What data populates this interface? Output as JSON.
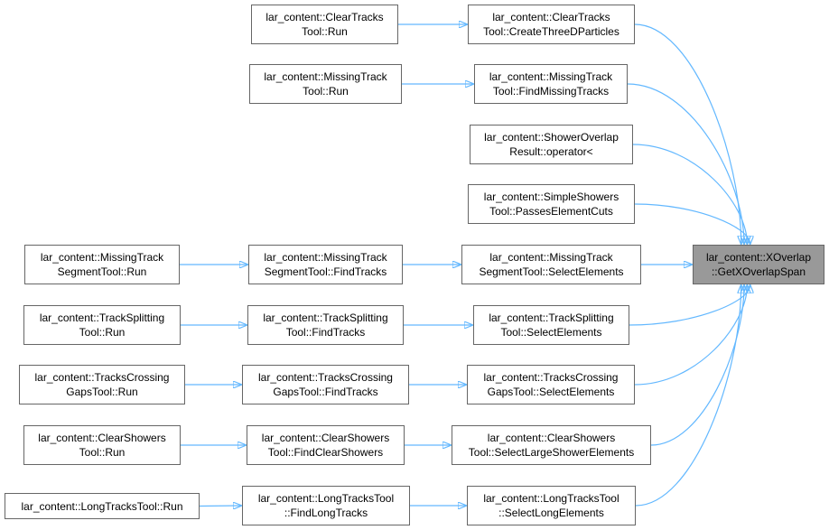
{
  "colors": {
    "edge": "#63b8ff",
    "node_border": "#666666",
    "focus_fill": "#999999",
    "background": "#ffffff"
  },
  "nodes": {
    "target": {
      "line1": "lar_content::XOverlap",
      "line2": "::GetXOverlapSpan"
    },
    "create_three_d_particles": {
      "line1": "lar_content::ClearTracks",
      "line2": "Tool::CreateThreeDParticles"
    },
    "clear_tracks_run": {
      "line1": "lar_content::ClearTracks",
      "line2": "Tool::Run"
    },
    "find_missing_tracks": {
      "line1": "lar_content::MissingTrack",
      "line2": "Tool::FindMissingTracks"
    },
    "missing_track_run": {
      "line1": "lar_content::MissingTrack",
      "line2": "Tool::Run"
    },
    "shower_overlap_operator": {
      "line1": "lar_content::ShowerOverlap",
      "line2": "Result::operator<"
    },
    "passes_element_cuts": {
      "line1": "lar_content::SimpleShowers",
      "line2": "Tool::PassesElementCuts"
    },
    "mts_select_elements": {
      "line1": "lar_content::MissingTrack",
      "line2": "SegmentTool::SelectElements"
    },
    "mts_find_tracks": {
      "line1": "lar_content::MissingTrack",
      "line2": "SegmentTool::FindTracks"
    },
    "mts_run": {
      "line1": "lar_content::MissingTrack",
      "line2": "SegmentTool::Run"
    },
    "ts_select_elements": {
      "line1": "lar_content::TrackSplitting",
      "line2": "Tool::SelectElements"
    },
    "ts_find_tracks": {
      "line1": "lar_content::TrackSplitting",
      "line2": "Tool::FindTracks"
    },
    "ts_run": {
      "line1": "lar_content::TrackSplitting",
      "line2": "Tool::Run"
    },
    "tcg_select_elements": {
      "line1": "lar_content::TracksCrossing",
      "line2": "GapsTool::SelectElements"
    },
    "tcg_find_tracks": {
      "line1": "lar_content::TracksCrossing",
      "line2": "GapsTool::FindTracks"
    },
    "tcg_run": {
      "line1": "lar_content::TracksCrossing",
      "line2": "GapsTool::Run"
    },
    "cs_select_large": {
      "line1": "lar_content::ClearShowers",
      "line2": "Tool::SelectLargeShowerElements"
    },
    "cs_find_clear": {
      "line1": "lar_content::ClearShowers",
      "line2": "Tool::FindClearShowers"
    },
    "cs_run": {
      "line1": "lar_content::ClearShowers",
      "line2": "Tool::Run"
    },
    "lt_select_long": {
      "line1": "lar_content::LongTracksTool",
      "line2": "::SelectLongElements"
    },
    "lt_find_long": {
      "line1": "lar_content::LongTracksTool",
      "line2": "::FindLongTracks"
    },
    "lt_run": {
      "line1": "lar_content::LongTracksTool::Run",
      "line2": ""
    }
  },
  "edges": [
    [
      "clear_tracks_run",
      "create_three_d_particles"
    ],
    [
      "missing_track_run",
      "find_missing_tracks"
    ],
    [
      "mts_run",
      "mts_find_tracks"
    ],
    [
      "mts_find_tracks",
      "mts_select_elements"
    ],
    [
      "ts_run",
      "ts_find_tracks"
    ],
    [
      "ts_find_tracks",
      "ts_select_elements"
    ],
    [
      "tcg_run",
      "tcg_find_tracks"
    ],
    [
      "tcg_find_tracks",
      "tcg_select_elements"
    ],
    [
      "cs_run",
      "cs_find_clear"
    ],
    [
      "cs_find_clear",
      "cs_select_large"
    ],
    [
      "lt_run",
      "lt_find_long"
    ],
    [
      "lt_find_long",
      "lt_select_long"
    ],
    [
      "create_three_d_particles",
      "target"
    ],
    [
      "find_missing_tracks",
      "target"
    ],
    [
      "shower_overlap_operator",
      "target"
    ],
    [
      "passes_element_cuts",
      "target"
    ],
    [
      "mts_select_elements",
      "target"
    ],
    [
      "ts_select_elements",
      "target"
    ],
    [
      "tcg_select_elements",
      "target"
    ],
    [
      "cs_select_large",
      "target"
    ],
    [
      "lt_select_long",
      "target"
    ]
  ]
}
